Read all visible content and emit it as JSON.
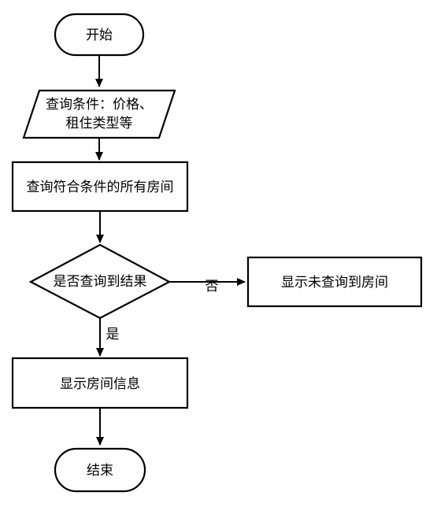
{
  "nodes": {
    "start": "开始",
    "input_line1": "查询条件：价格、",
    "input_line2": "租住类型等",
    "query": "查询符合条件的所有房间",
    "decision": "是否查询到结果",
    "not_found": "显示未查询到房间",
    "show_info": "显示房间信息",
    "end": "结束"
  },
  "edges": {
    "yes_label": "是",
    "no_label": "否"
  }
}
